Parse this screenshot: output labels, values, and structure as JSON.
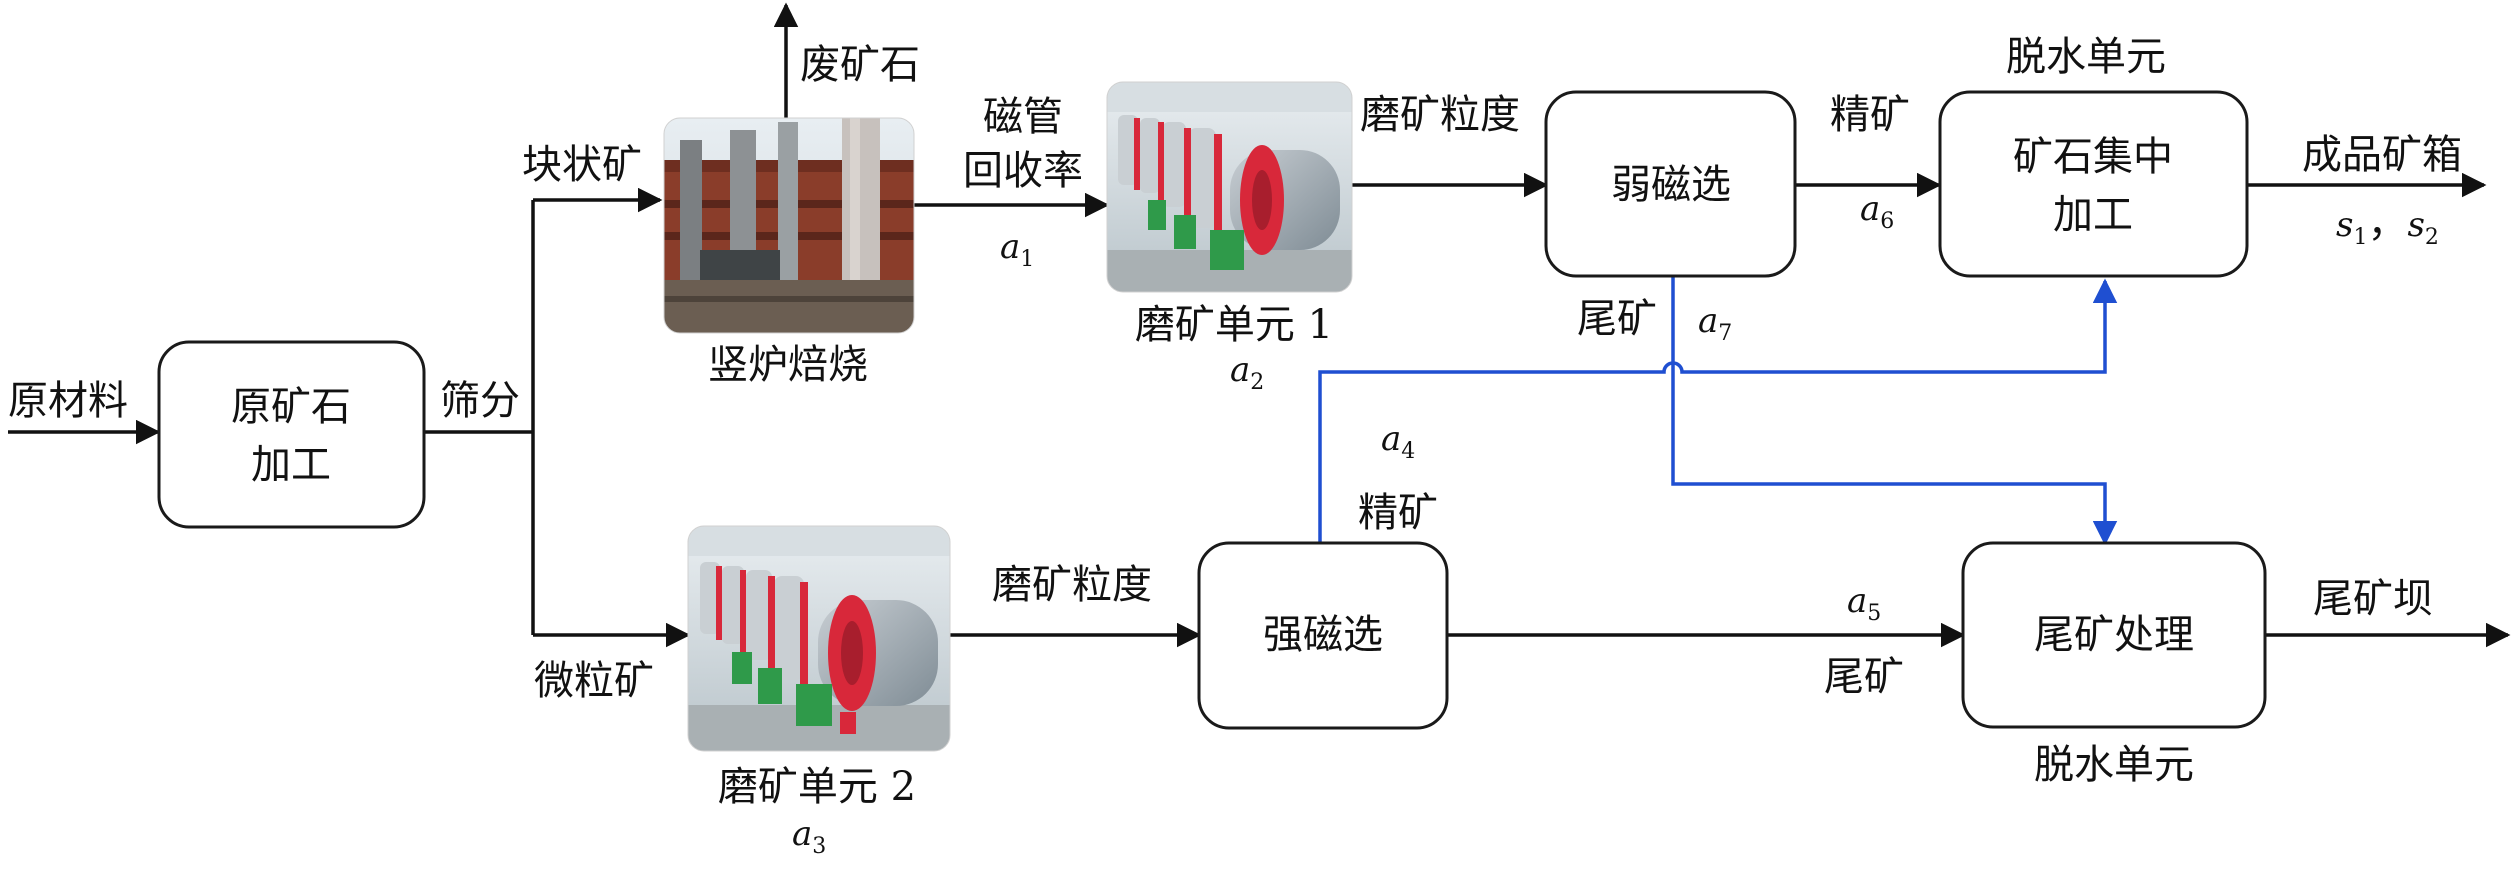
{
  "colors": {
    "edge_black": "#111111",
    "edge_blue": "#1f4fd1",
    "kiln_brick": "#8a3d2a",
    "mill_red": "#d8283a",
    "mill_green": "#2f9a4a"
  },
  "nodes": {
    "raw_ore_processing": [
      "原矿石",
      "加工"
    ],
    "shaft_furnace_roasting": "竖炉焙烧",
    "grinding_unit_1": "磨矿单元 1",
    "grinding_unit_2": "磨矿单元 2",
    "weak_magnetic_separation": "弱磁选",
    "strong_magnetic_separation": "强磁选",
    "ore_concentration": [
      "矿石集中",
      "加工"
    ],
    "tailings_treatment": "尾矿处理",
    "dewatering_unit_top": "脱水单元",
    "dewatering_unit_bottom": "脱水单元"
  },
  "labels": {
    "raw_material": "原材料",
    "screening": "筛分",
    "lump_ore": "块状矿",
    "fine_ore": "微粒矿",
    "waste_rock": "废矿石",
    "magnetic_tube_recovery": [
      "磁管",
      "回收率"
    ],
    "grinding_size_1": "磨矿粒度",
    "grinding_size_2": "磨矿粒度",
    "concentrate_top": "精矿",
    "concentrate_mid": "精矿",
    "tailings_top": "尾矿",
    "tailings_bottom": "尾矿",
    "finished_ore_box": "成品矿箱",
    "tailings_dam": "尾矿坝"
  },
  "variables": {
    "a1": {
      "letter": "a",
      "sub": "1"
    },
    "a2": {
      "letter": "a",
      "sub": "2"
    },
    "a3": {
      "letter": "a",
      "sub": "3"
    },
    "a4": {
      "letter": "a",
      "sub": "4"
    },
    "a5": {
      "letter": "a",
      "sub": "5"
    },
    "a6": {
      "letter": "a",
      "sub": "6"
    },
    "a7": {
      "letter": "a",
      "sub": "7"
    },
    "s1": {
      "letter": "s",
      "sub": "1"
    },
    "s2": {
      "letter": "s",
      "sub": "2"
    },
    "s_separator": "，"
  }
}
